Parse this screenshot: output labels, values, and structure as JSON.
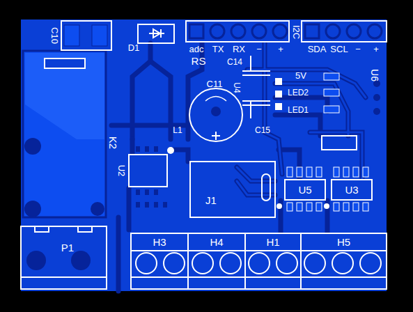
{
  "diagram": {
    "nodes": [
      {
        "text": [
          "J1"
        ]
      },
      {
        "text": [
          "U5"
        ]
      },
      {
        "text": [
          "U3"
        ]
      },
      {
        "text": [
          "P1"
        ]
      },
      {
        "text": [
          "H3"
        ]
      },
      {
        "text": [
          "H4"
        ]
      },
      {
        "text": [
          "H1"
        ]
      },
      {
        "text": [
          "H5"
        ]
      }
    ],
    "labels": [
      "C10",
      "D1",
      "adc",
      "TX",
      "RX",
      "−",
      "+",
      "I2C",
      "SDA",
      "SCL",
      "−",
      "+",
      "RS",
      "C14",
      "5V",
      "U6",
      "C11",
      "U4",
      "LED2",
      "LED1",
      "C15",
      "L1",
      "K2",
      "U2"
    ]
  }
}
